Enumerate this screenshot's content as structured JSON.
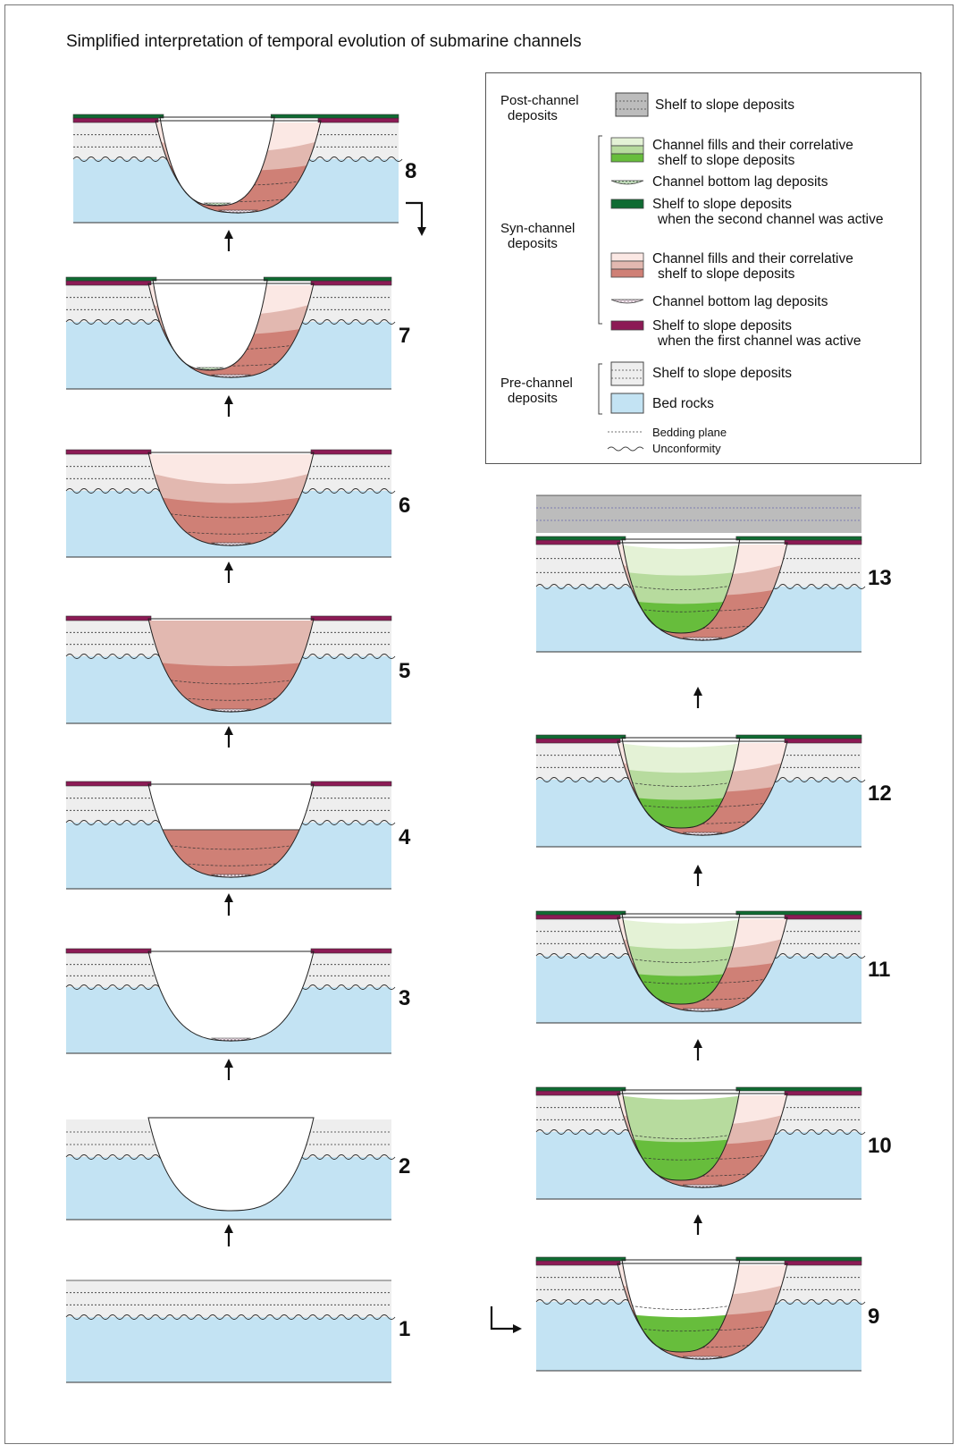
{
  "title": "Simplified interpretation of temporal evolution of submarine channels",
  "panels": [
    "1",
    "2",
    "3",
    "4",
    "5",
    "6",
    "7",
    "8",
    "9",
    "10",
    "11",
    "12",
    "13"
  ],
  "colors": {
    "bedrock": "#c3e3f3",
    "shelf_pre": "#eeeeee",
    "first_active": "#8c1a55",
    "second_active": "#0f6b32",
    "post": "#bcbcbc",
    "red_1": "#cf8076",
    "red_2": "#e2b8b0",
    "red_3": "#fbe8e4",
    "green_1": "#67bd3c",
    "green_2": "#b7db9e",
    "green_3": "#e4f2d6"
  },
  "legend": {
    "post_channel": "Post-channel deposits",
    "syn_channel": "Syn-channel deposits",
    "pre_channel": "Pre-channel deposits",
    "items": {
      "post_shelf": "Shelf to slope deposits",
      "green_fills": "Channel fills and their correlative shelf to slope deposits",
      "green_lag": "Channel bottom lag deposits",
      "green_shelf": "Shelf to slope deposits when the second channel was active",
      "red_fills": "Channel fills and their correlative shelf to slope deposits",
      "red_lag": "Channel bottom lag deposits",
      "red_shelf": "Shelf to slope deposits when the first channel was active",
      "pre_shelf": "Shelf to slope deposits",
      "bedrock": "Bed rocks",
      "bedding": "Bedding plane",
      "unconformity": "Unconformity"
    },
    "lines": {
      "green_fills_1": "Channel fills and their correlative",
      "green_fills_2": "shelf to slope deposits",
      "green_shelf_1": "Shelf to slope deposits",
      "green_shelf_2": "when the second channel was active",
      "red_fills_1": "Channel fills and their correlative",
      "red_fills_2": "shelf to slope deposits",
      "red_shelf_1": "Shelf to slope deposits",
      "red_shelf_2": "when the first channel was active",
      "post_1": "Post-channel",
      "post_2": "deposits",
      "syn_1": "Syn-channel",
      "syn_2": "deposits",
      "pre_1": "Pre-channel",
      "pre_2": "deposits"
    }
  }
}
